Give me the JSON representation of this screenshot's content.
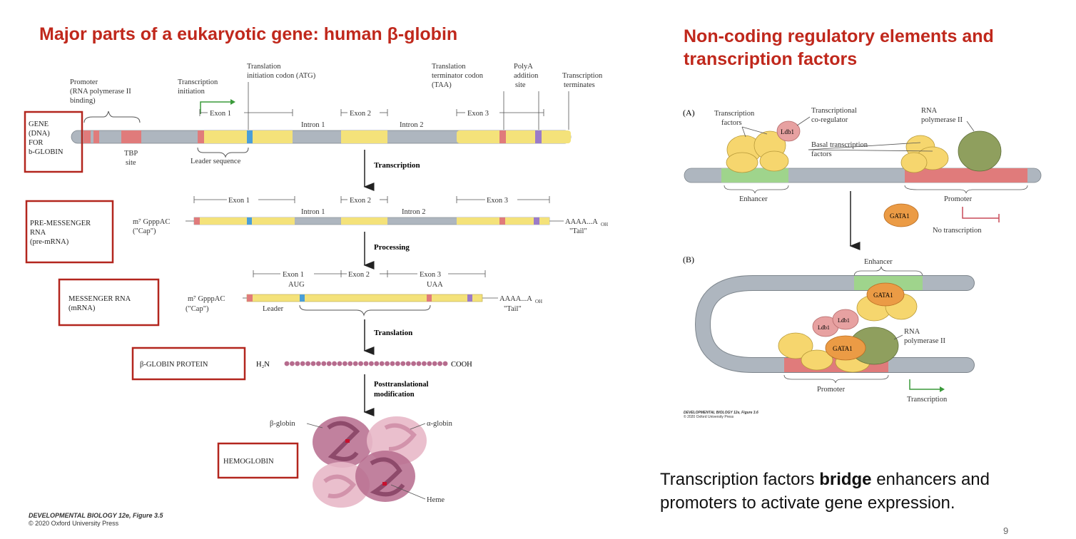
{
  "left_title": "Major parts of a eukaryotic gene: human β-globin",
  "right_title_line1": "Non-coding regulatory elements and",
  "right_title_line2": "transcription factors",
  "caption_part1": "Transcription factors ",
  "caption_bold": "bridge",
  "caption_part2": " enhancers and",
  "caption_line2": "promoters to activate gene expression.",
  "page_number": "9",
  "left_credit_line1": "DEVELOPMENTAL BIOLOGY 12e, Figure 3.5",
  "left_credit_line2": "© 2020 Oxford University Press",
  "right_credit_line1": "DEVELOPMENTAL BIOLOGY 12e, Figure 3.6",
  "right_credit_line2": "© 2020 Oxford University Press",
  "gene": {
    "box": [
      "GENE",
      "(DNA)",
      "FOR",
      "b-GLOBIN"
    ],
    "promoter": [
      "Promoter",
      "(RNA polymerase II",
      "binding)"
    ],
    "tx_init": [
      "Transcription",
      "initiation"
    ],
    "tl_init": [
      "Translation",
      "initiation codon (ATG)"
    ],
    "tl_term": [
      "Translation",
      "terminator codon",
      "(TAA)"
    ],
    "polya": [
      "PolyA",
      "addition",
      "site"
    ],
    "tx_term": [
      "Transcription",
      "terminates"
    ],
    "exon1": "Exon 1",
    "exon2": "Exon 2",
    "exon3": "Exon 3",
    "intron1": "Intron 1",
    "intron2": "Intron 2",
    "tbp": [
      "TBP",
      "site"
    ],
    "leader_seq": "Leader sequence"
  },
  "steps": {
    "transcription": "Transcription",
    "processing": "Processing",
    "translation": "Translation",
    "posttranslational": [
      "Posttranslational",
      "modification"
    ]
  },
  "pre_mrna": {
    "box": [
      "PRE-MESSENGER",
      "RNA",
      "(pre-mRNA)"
    ],
    "cap": [
      "m⁷ GpppAC",
      "(\"Cap\")"
    ],
    "tail": [
      "AAAA...A",
      "OH",
      "\"Tail\""
    ],
    "exon1": "Exon 1",
    "exon2": "Exon 2",
    "exon3": "Exon 3",
    "intron1": "Intron 1",
    "intron2": "Intron 2"
  },
  "mrna": {
    "box": [
      "MESSENGER RNA",
      "(mRNA)"
    ],
    "cap": [
      "m⁷ GpppAC",
      "(\"Cap\")"
    ],
    "tail": [
      "AAAA...A",
      "OH",
      "\"Tail\""
    ],
    "exon1": "Exon 1",
    "exon2": "Exon 2",
    "exon3": "Exon 3",
    "aug": "AUG",
    "uaa": "UAA",
    "leader": "Leader"
  },
  "protein": {
    "box": "β-GLOBIN PROTEIN",
    "n_term": "H₂N",
    "c_term": "COOH"
  },
  "hemoglobin": {
    "box": "HEMOGLOBIN",
    "beta": "β-globin",
    "alpha": "α-globin",
    "heme": "Heme"
  },
  "panel_a": {
    "tag": "(A)",
    "tf": [
      "Transcription",
      "factors"
    ],
    "coreg": [
      "Transcriptional",
      "co-regulator"
    ],
    "ldb1": "Ldb1",
    "basal": [
      "Basal transcription",
      "factors"
    ],
    "rnap": [
      "RNA",
      "polymerase II"
    ],
    "enhancer": "Enhancer",
    "promoter": "Promoter",
    "gata1": "GATA1",
    "no_tx": "No transcription"
  },
  "panel_b": {
    "tag": "(B)",
    "enhancer": "Enhancer",
    "gata1_top": "GATA1",
    "ldb1_a": "Ldb1",
    "ldb1_b": "Ldb1",
    "gata1_bottom": "GATA1",
    "rnap": [
      "RNA",
      "polymerase II"
    ],
    "promoter": "Promoter",
    "transcription": "Transcription"
  },
  "colors": {
    "title_red": "#c0281c",
    "box_red": "#b3261e",
    "exon_yellow": "#f4e27a",
    "dna_gray": "#aeb6bf",
    "promoter_pink": "#e07b7b",
    "enhancer_green": "#9fd48c",
    "tf_yellow": "#f6d66e",
    "gata_orange": "#eb9b45",
    "rnap_green": "#8f9f5e",
    "hemoglobin_pink": "#b66b8d"
  }
}
